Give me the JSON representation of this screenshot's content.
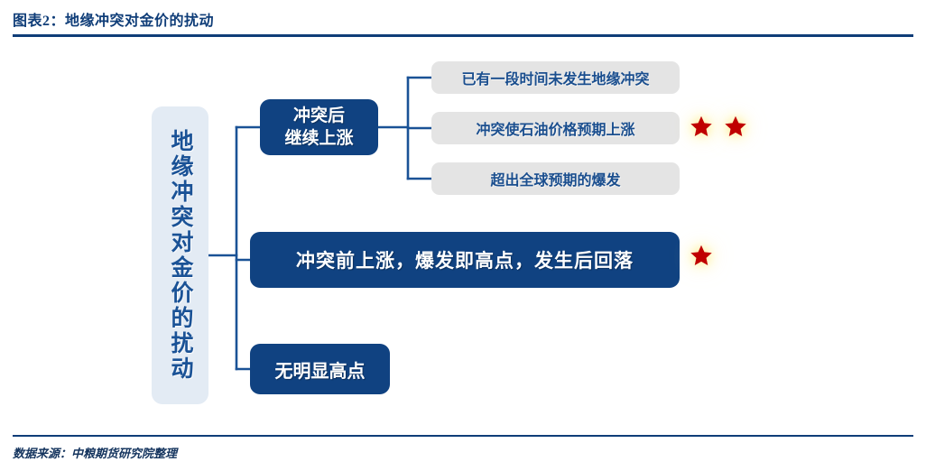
{
  "header": {
    "title": "图表2：地缘冲突对金价的扰动"
  },
  "footer": {
    "source": "数据来源：中粮期货研究院整理"
  },
  "colors": {
    "navy": "#0f3d78",
    "node_blue": "#104281",
    "node_gray": "#e4e4e4",
    "root_bg": "#e3ebf4",
    "star_red": "#c00000",
    "star_glow": "#fff3a0",
    "text_blue": "#1a5296",
    "text_white": "#ffffff"
  },
  "diagram": {
    "root": {
      "label": "地缘冲突对金价的扰动",
      "orientation": "vertical"
    },
    "branches": [
      {
        "id": "branch-continue-rise",
        "label_line1": "冲突后",
        "label_line2": "继续上涨",
        "style": "blue",
        "children": [
          {
            "id": "child-no-conflict-period",
            "label": "已有一段时间未发生地缘冲突",
            "style": "gray",
            "stars": 0
          },
          {
            "id": "child-oil-price-expect-rise",
            "label": "冲突使石油价格预期上涨",
            "style": "gray",
            "stars": 2
          },
          {
            "id": "child-beyond-global-expect",
            "label": "超出全球预期的爆发",
            "style": "gray",
            "stars": 0
          }
        ]
      },
      {
        "id": "branch-rise-before-peak-fall",
        "label": "冲突前上涨，爆发即高点，发生后回落",
        "style": "blue",
        "stars": 1,
        "children": []
      },
      {
        "id": "branch-no-clear-peak",
        "label": "无明显高点",
        "style": "blue",
        "stars": 0,
        "children": []
      }
    ]
  }
}
